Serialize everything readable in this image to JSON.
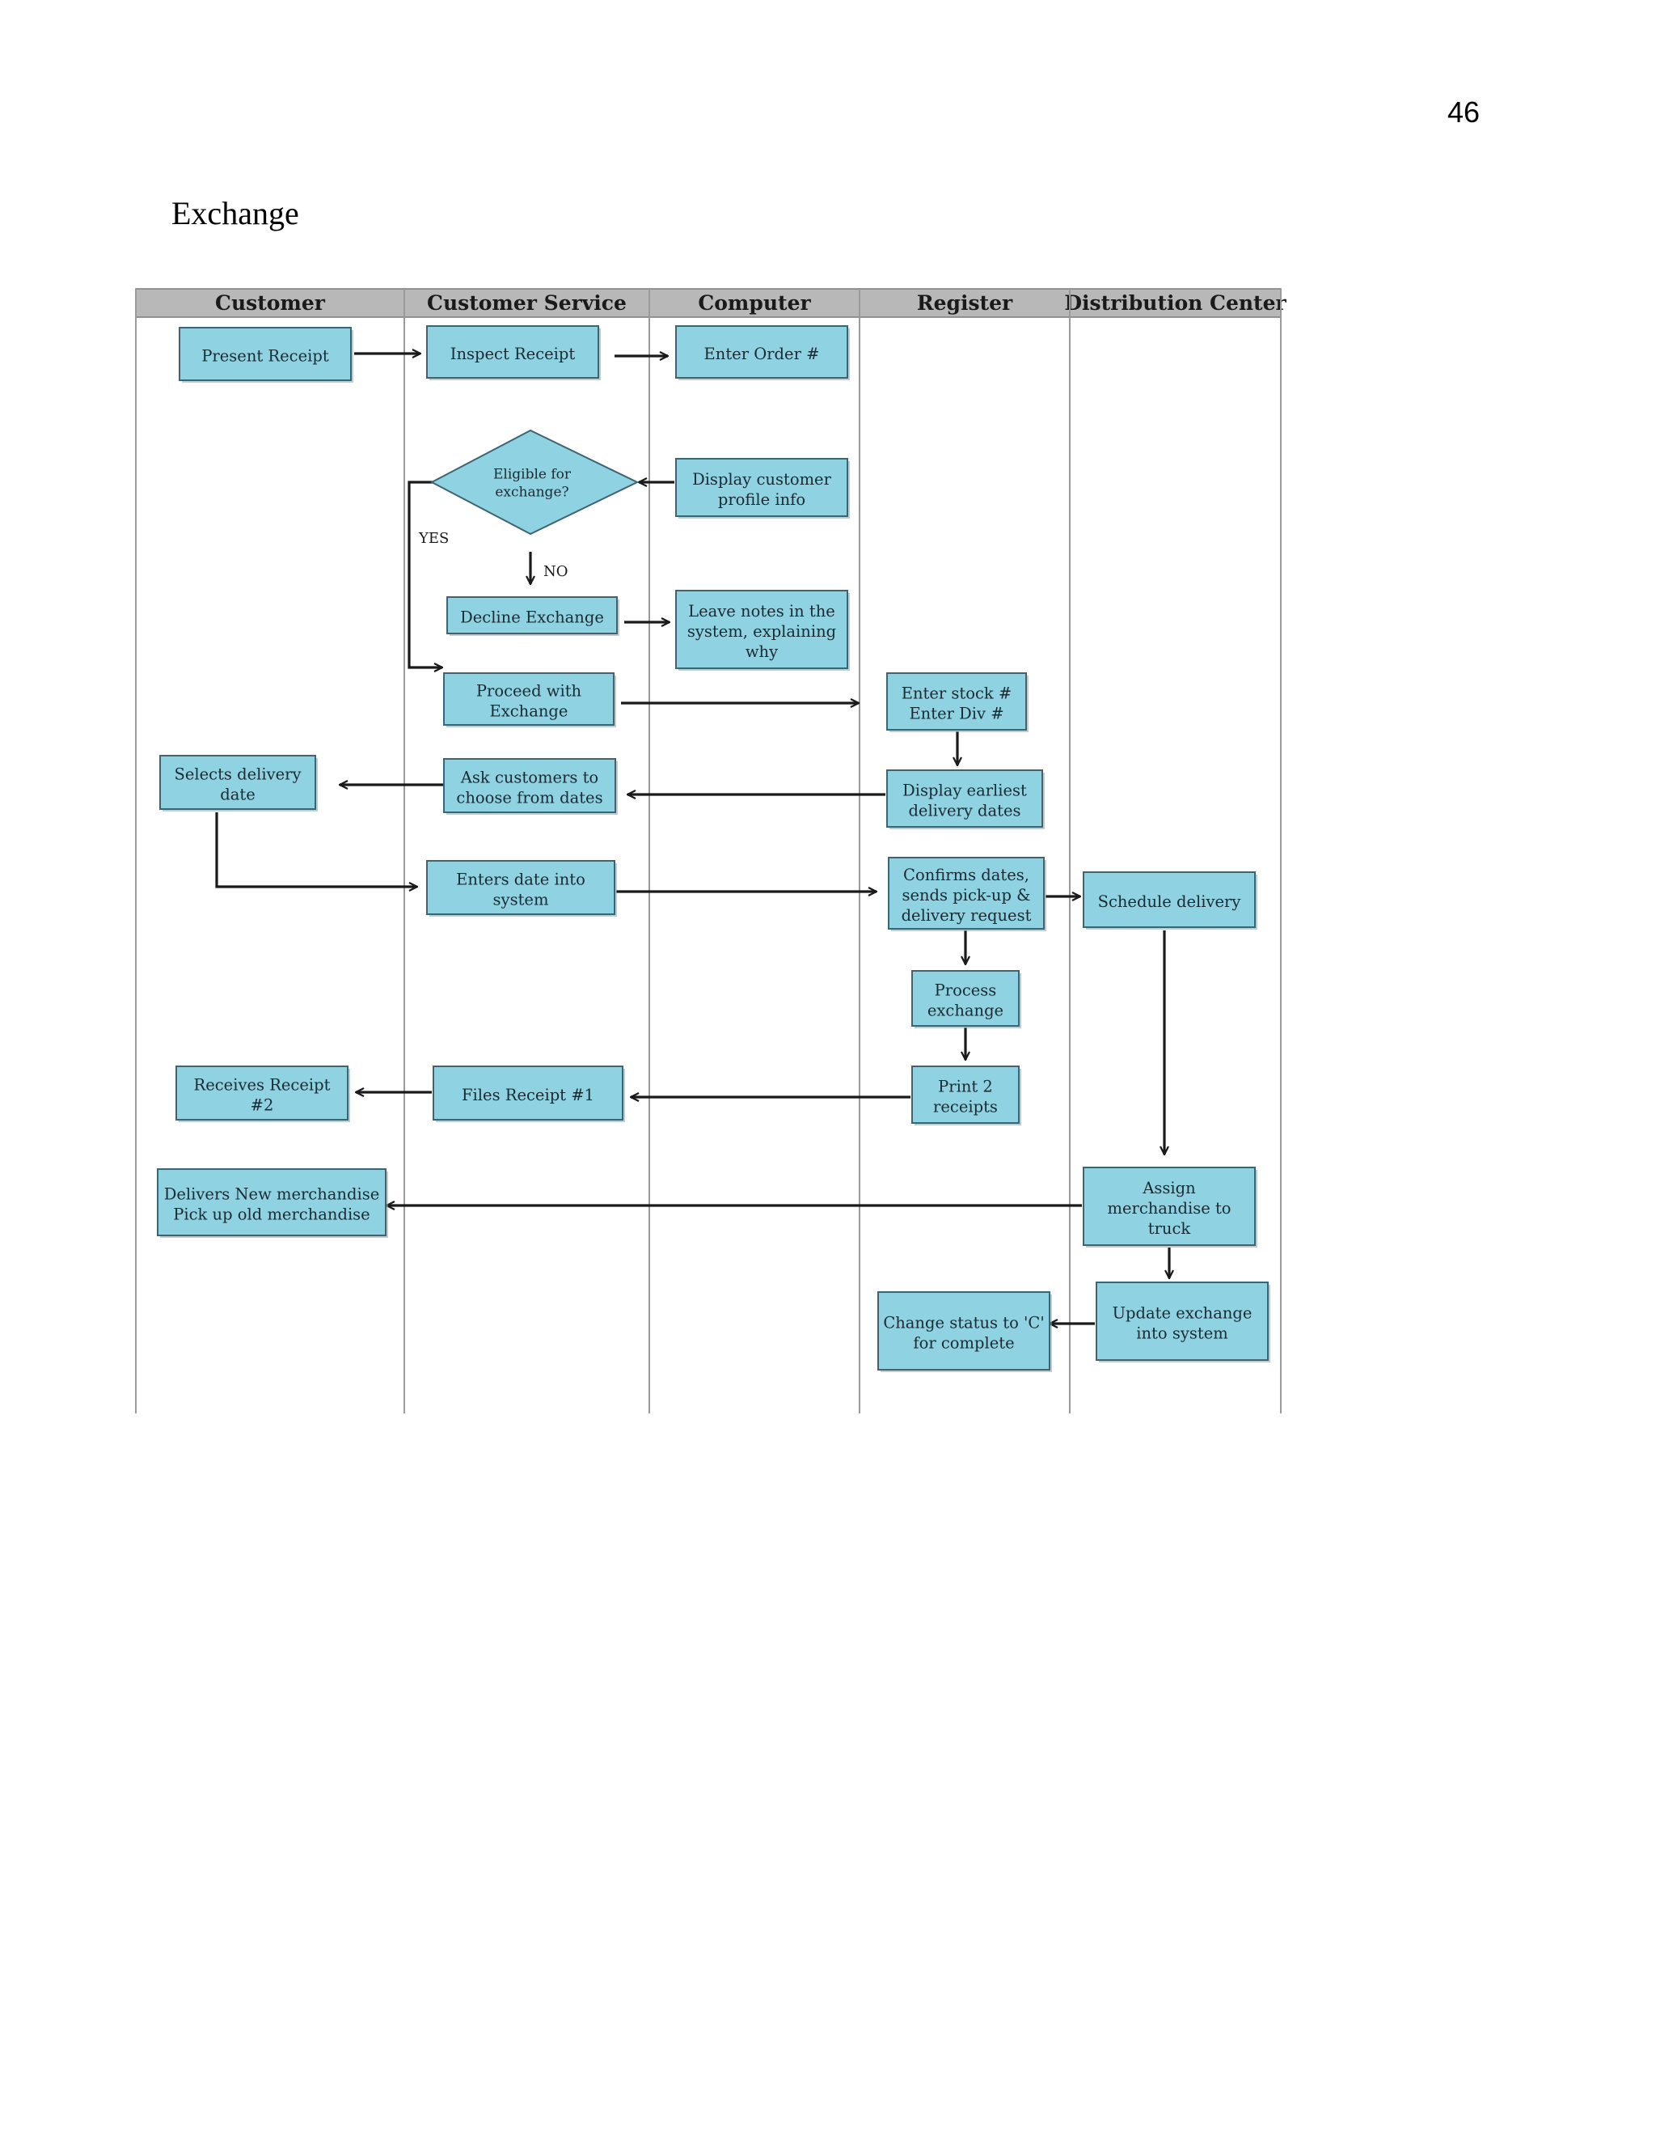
{
  "page": {
    "number": "46",
    "title": "Exchange"
  },
  "colors": {
    "box_fill": "#8fd3e3",
    "box_stroke": "#3d6470",
    "header_fill": "#b8b8b8",
    "lane_line": "#9a9a9a",
    "arrow": "#1a1a1a"
  },
  "lanes": [
    "Customer",
    "Customer Service",
    "Computer",
    "Register",
    "Distribution Center"
  ],
  "nodes": {
    "present_receipt": [
      "Present Receipt"
    ],
    "inspect_receipt": [
      "Inspect Receipt"
    ],
    "enter_order": [
      "Enter Order #"
    ],
    "eligible": [
      "Eligible for",
      "exchange?"
    ],
    "display_profile": [
      "Display customer",
      "profile info"
    ],
    "decline": [
      "Decline Exchange"
    ],
    "leave_notes": [
      "Leave notes in the",
      "system, explaining",
      "why"
    ],
    "proceed": [
      "Proceed with",
      "Exchange"
    ],
    "enter_stock": [
      "Enter stock #",
      "Enter Div #"
    ],
    "selects_date": [
      "Selects delivery",
      "date"
    ],
    "ask_customers": [
      "Ask customers to",
      "choose from dates"
    ],
    "display_dates": [
      "Display earliest",
      "delivery dates"
    ],
    "enters_date": [
      "Enters date into",
      "system"
    ],
    "confirms": [
      "Confirms dates,",
      "sends pick-up &",
      "delivery request"
    ],
    "schedule": [
      "Schedule delivery"
    ],
    "process": [
      "Process",
      "exchange"
    ],
    "receives_receipt": [
      "Receives Receipt",
      "#2"
    ],
    "files_receipt": [
      "Files Receipt #1"
    ],
    "print_receipts": [
      "Print 2",
      "receipts"
    ],
    "delivers": [
      "Delivers New merchandise",
      "Pick up old merchandise"
    ],
    "assign": [
      "Assign",
      "merchandise to",
      "truck"
    ],
    "change_status": [
      "Change status to 'C'",
      "for complete"
    ],
    "update_exchange": [
      "Update exchange",
      "into system"
    ]
  },
  "labels": {
    "yes": "YES",
    "no": "NO"
  }
}
